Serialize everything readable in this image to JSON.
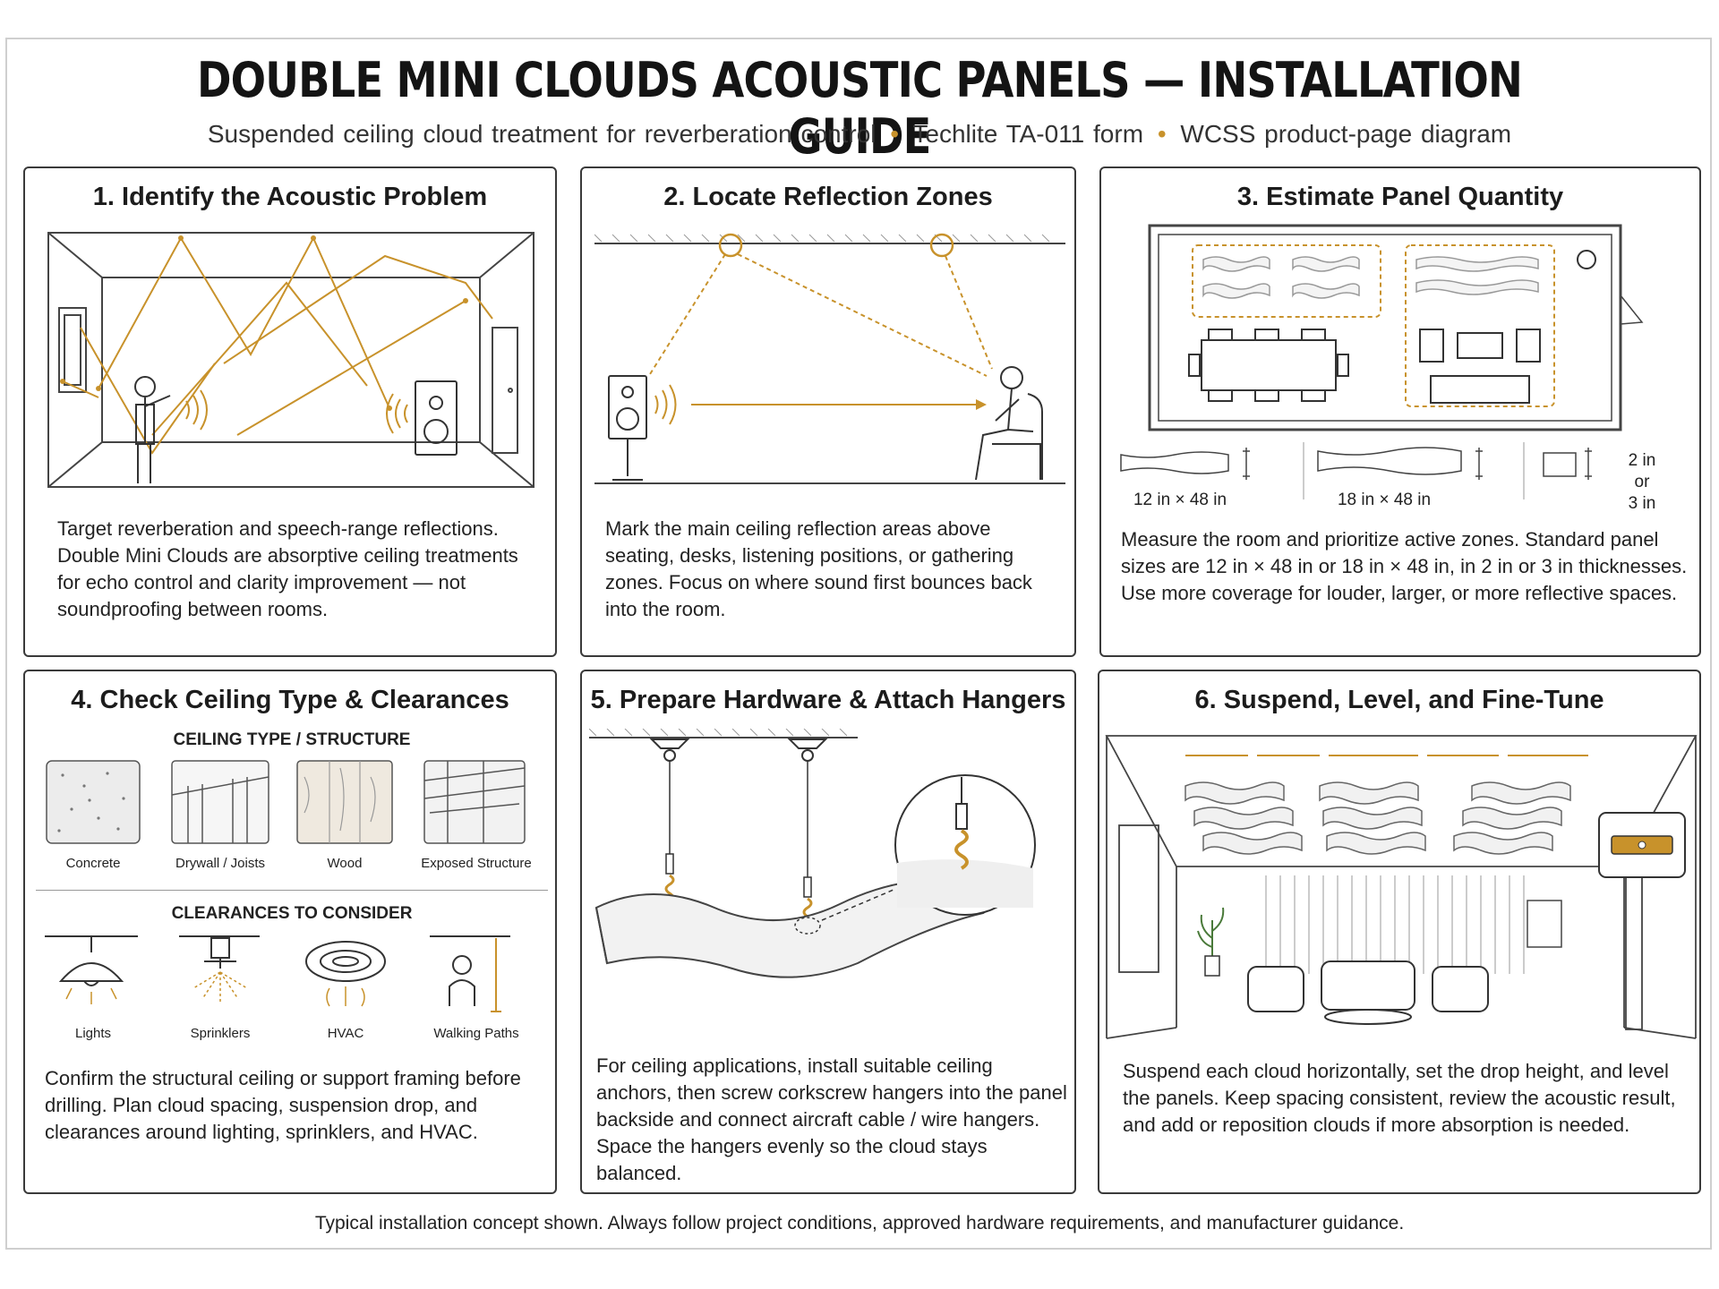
{
  "header": {
    "title": "DOUBLE MINI CLOUDS ACOUSTIC PANELS — INSTALLATION GUIDE",
    "subtitle_parts": [
      "Suspended ceiling cloud treatment for reverberation control",
      "Techlite TA-011 form",
      "WCSS product-page diagram"
    ],
    "separator": "•"
  },
  "steps": [
    {
      "title": "1. Identify the Acoustic Problem",
      "text": "Target reverberation and speech-range reflections. Double Mini Clouds are absorptive ceiling treatments for echo control and clarity improvement — not soundproofing between rooms."
    },
    {
      "title": "2. Locate Reflection Zones",
      "text": "Mark the main ceiling reflection areas above seating, desks, listening positions, or gathering zones. Focus on where sound first bounces back into the room."
    },
    {
      "title": "3. Estimate Panel Quantity",
      "sizes": [
        "12 in × 48 in",
        "18 in × 48 in"
      ],
      "thickness": [
        "2 in",
        "or",
        "3 in"
      ],
      "text": "Measure the room and prioritize active zones. Standard panel sizes are 12 in × 48 in or 18 in × 48 in, in 2 in or 3 in thicknesses. Use more coverage for louder, larger, or more reflective spaces."
    },
    {
      "title": "4. Check Ceiling Type & Clearances",
      "ceiling_heading": "CEILING TYPE / STRUCTURE",
      "ceiling_types": [
        "Concrete",
        "Drywall / Joists",
        "Wood",
        "Exposed Structure"
      ],
      "clearance_heading": "CLEARANCES TO CONSIDER",
      "clearances": [
        "Lights",
        "Sprinklers",
        "HVAC",
        "Walking Paths"
      ],
      "text": "Confirm the structural ceiling or support framing before drilling. Plan cloud spacing, suspension drop, and clearances around lighting, sprinklers, and HVAC."
    },
    {
      "title": "5. Prepare Hardware & Attach Hangers",
      "text": "For ceiling applications, install suitable ceiling anchors, then screw corkscrew hangers into the panel backside and connect aircraft cable / wire hangers. Space the hangers evenly so the cloud stays balanced."
    },
    {
      "title": "6. Suspend, Level, and Fine-Tune",
      "text": "Suspend each cloud horizontally, set the drop height, and level the panels. Keep spacing consistent, review the acoustic result, and add or reposition clouds if more absorption is needed."
    }
  ],
  "footer": "Typical installation concept shown. Always follow project conditions, approved hardware requirements, and manufacturer guidance.",
  "colors": {
    "accent": "#c8922b",
    "line": "#3a3a3a",
    "border": "#cfcfcf"
  }
}
